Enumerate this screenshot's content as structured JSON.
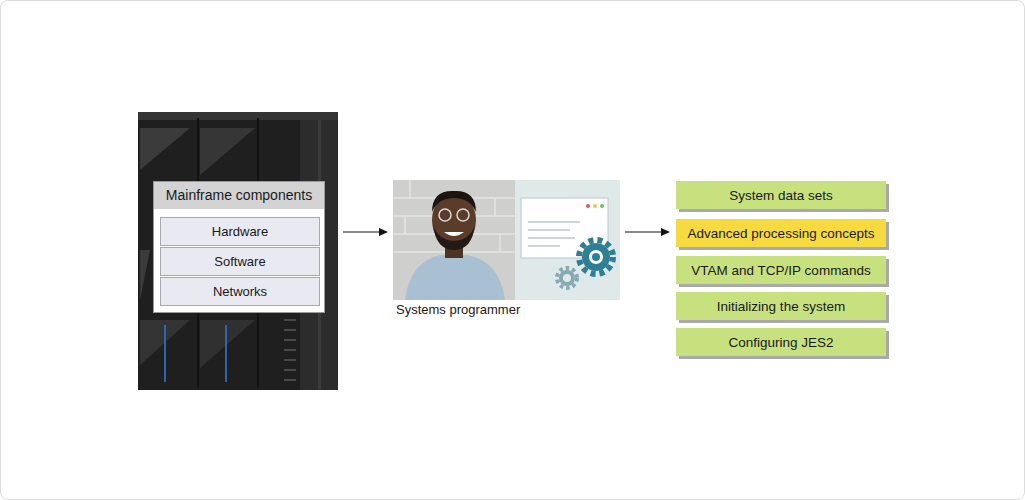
{
  "diagram": {
    "nodes": [
      {
        "text": [
          "Mainframe components"
        ]
      },
      {
        "text": [
          "Hardware"
        ],
        "in": 0
      },
      {
        "text": [
          "Software"
        ],
        "in": 0
      },
      {
        "text": [
          "Networks"
        ],
        "in": 0
      },
      {
        "text": [
          "Systems programmer"
        ]
      },
      {
        "text": [
          "System data sets"
        ]
      },
      {
        "text": [
          "Advanced processing concepts"
        ]
      },
      {
        "text": [
          "VTAM and TCP/IP commands"
        ]
      },
      {
        "text": [
          "Initializing the system"
        ]
      },
      {
        "text": [
          "Configuring JES2"
        ]
      }
    ],
    "edges": [
      {
        "from": 0,
        "to": 4,
        "arrow": "to"
      },
      {
        "from": 4,
        "to": 6,
        "arrow": "to"
      }
    ]
  }
}
